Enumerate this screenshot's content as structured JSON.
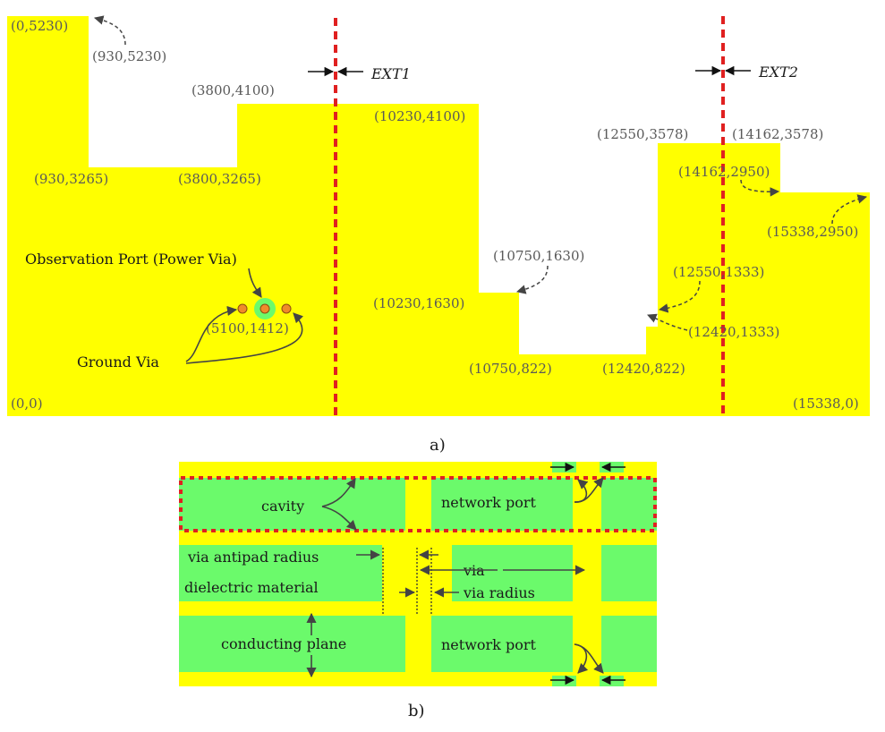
{
  "colors": {
    "conductor": "#ffff00",
    "dielectric": "#6bfa6b",
    "boundary": "#e02020",
    "via_pad": "#ef8a2a",
    "arrow": "#444444",
    "label": "#595959"
  },
  "panel_a": {
    "caption": "a)",
    "ext_labels": [
      "EXT1",
      "EXT2"
    ],
    "corners": [
      {
        "label": "(0,5230)"
      },
      {
        "label": "(930,5230)"
      },
      {
        "label": "(3800,4100)"
      },
      {
        "label": "(930,3265)"
      },
      {
        "label": "(3800,3265)"
      },
      {
        "label": "(10230,4100)"
      },
      {
        "label": "(12550,3578)"
      },
      {
        "label": "(14162,3578)"
      },
      {
        "label": "(14162,2950)"
      },
      {
        "label": "(15338,2950)"
      },
      {
        "label": "(10750,1630)"
      },
      {
        "label": "(10230,1630)"
      },
      {
        "label": "(12550,1333)"
      },
      {
        "label": "(12420,1333)"
      },
      {
        "label": "(10750,822)"
      },
      {
        "label": "(12420,822)"
      },
      {
        "label": "(0,0)"
      },
      {
        "label": "(15338,0)"
      },
      {
        "label": "(5100,1412)"
      }
    ],
    "annotations": {
      "observation_port": "Observation Port (Power Via)",
      "ground_via": "Ground Via"
    }
  },
  "panel_b": {
    "caption": "b)",
    "labels": {
      "cavity": "cavity",
      "network_port_top": "network port",
      "via_antipad_radius": "via antipad radius",
      "via": "via",
      "dielectric_material": "dielectric material",
      "via_radius": "via radius",
      "conducting_plane": "conducting plane",
      "network_port_bottom": "network port"
    }
  }
}
